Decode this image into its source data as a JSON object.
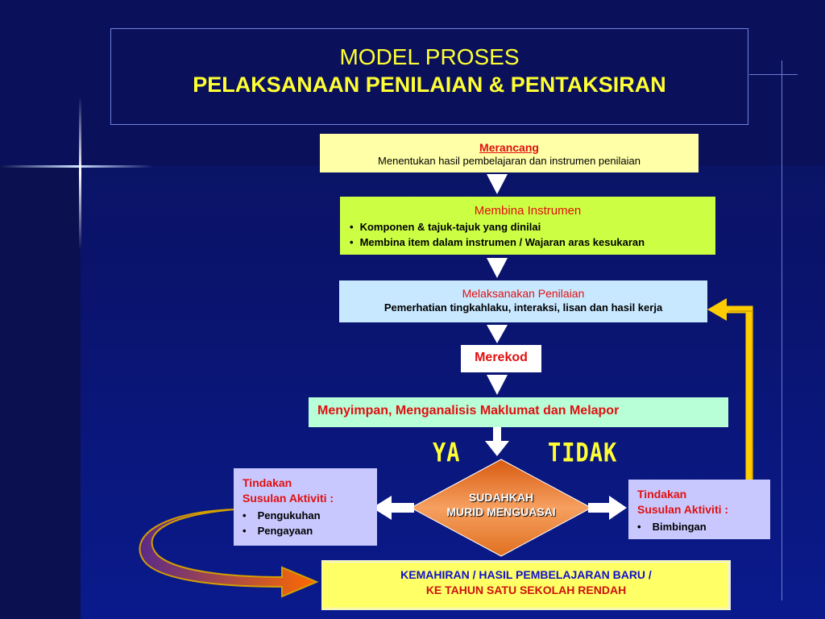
{
  "title": {
    "line1": "MODEL PROSES",
    "line2": "PELAKSANAAN PENILAIAN & PENTAKSIRAN"
  },
  "steps": {
    "merancang": {
      "heading": "Merancang",
      "text": "Menentukan hasil pembelajaran dan  instrumen penilaian"
    },
    "membina": {
      "heading": "Membina Instrumen",
      "bullets": [
        "Komponen &  tajuk-tajuk  yang dinilai",
        "Membina item dalam instrumen / Wajaran aras kesukaran"
      ]
    },
    "melaksanakan": {
      "heading": "Melaksanakan Penilaian",
      "text": "Pemerhatian tingkahlaku, interaksi, lisan  dan  hasil kerja"
    },
    "merekod": {
      "heading": "Merekod"
    },
    "menyimpan": {
      "heading": "Menyimpan,  Menganalisis  Maklumat  dan  Melapor"
    }
  },
  "decision": {
    "line1": "SUDAHKAH",
    "line2": "MURID MENGUASAI",
    "yes": "YA",
    "no": "TIDAK"
  },
  "tindakan_left": {
    "heading1": "Tindakan",
    "heading2": "Susulan Aktiviti :",
    "bullets": [
      "Pengukuhan",
      "Pengayaan"
    ]
  },
  "tindakan_right": {
    "heading1": "Tindakan",
    "heading2": "Susulan Aktiviti :",
    "bullets": [
      "Bimbingan"
    ]
  },
  "final": {
    "line1": "KEMAHIRAN / HASIL PEMBELAJARAN BARU /",
    "line2": "KE TAHUN SATU SEKOLAH RENDAH"
  },
  "colors": {
    "title": "#ffff33",
    "heading_red": "#e01010",
    "loop_arrow": "#ffcc00",
    "diamond": "#f08020"
  }
}
